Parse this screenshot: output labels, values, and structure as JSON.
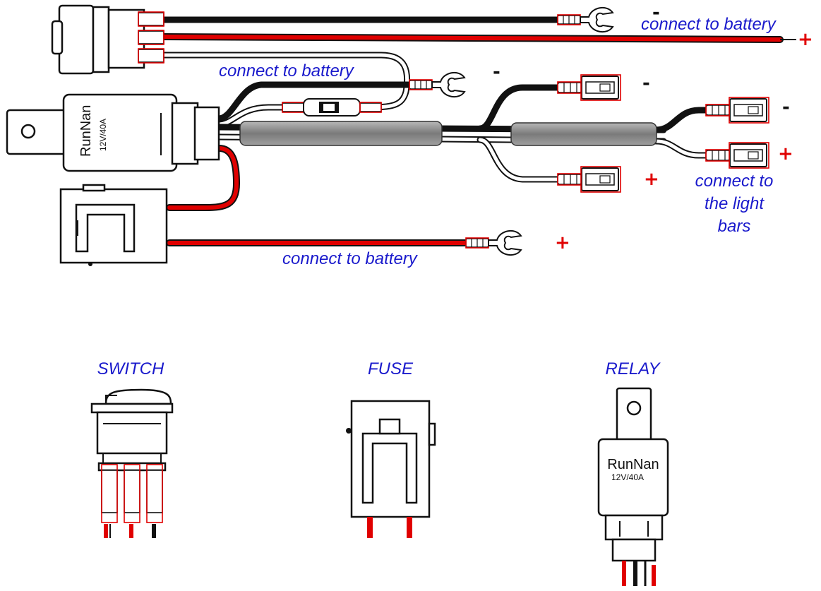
{
  "labels": {
    "battery_top": "connect to battery",
    "battery_mid": "connect to battery",
    "battery_bottom": "connect to battery",
    "light_bars_line1": "connect to",
    "light_bars_line2": "the light",
    "light_bars_line3": "bars"
  },
  "polarity": {
    "top_neg": "-",
    "top_pos": "+",
    "mid_neg": "-",
    "bottom_pos": "+",
    "light1_neg": "-",
    "light1_pos": "+",
    "light2_neg": "-",
    "light2_pos": "+"
  },
  "relay": {
    "brand": "RunNan",
    "rating": "12V/40A"
  },
  "components": {
    "switch_caption": "SWITCH",
    "fuse_caption": "FUSE",
    "relay_caption": "RELAY"
  },
  "colors": {
    "wire_red": "#e00000",
    "wire_black": "#111111",
    "label_blue": "#1a1acc",
    "sleeve_gray": "#8c8c8c"
  }
}
